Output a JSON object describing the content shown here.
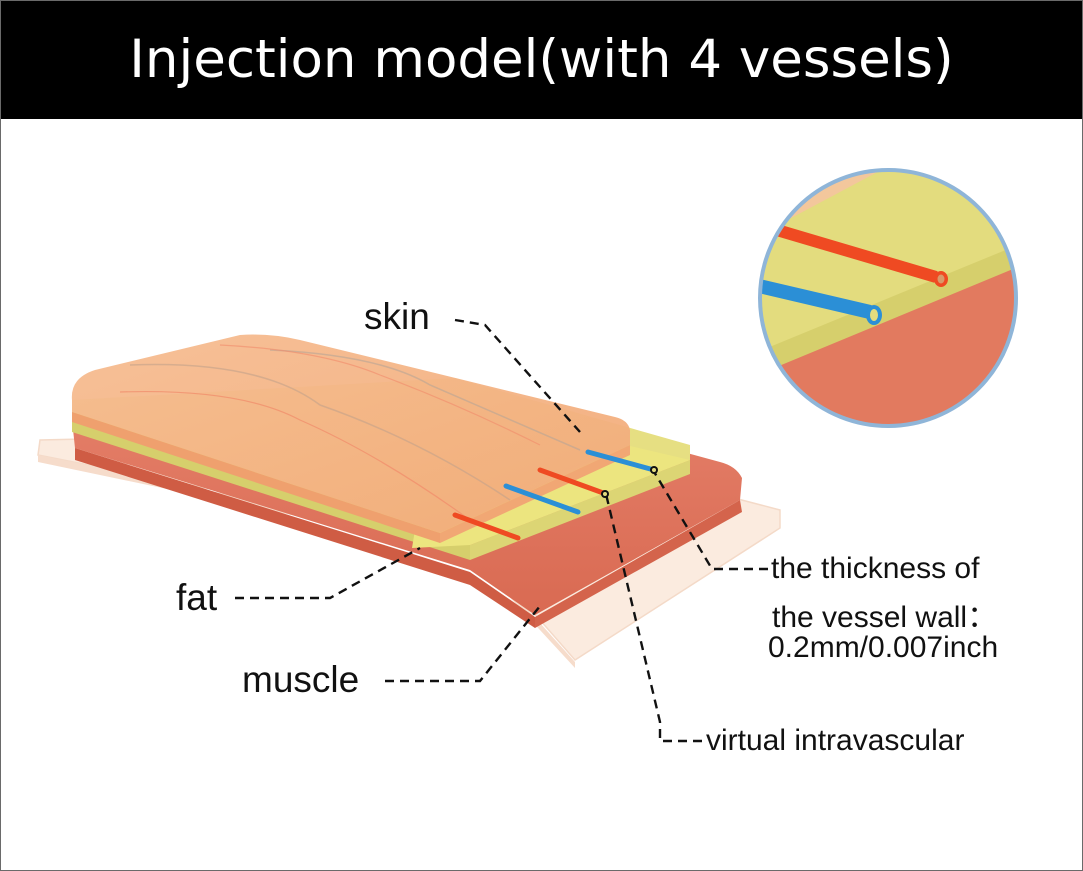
{
  "title": "Injection model(with 4 vessels)",
  "labels": {
    "skin": "skin",
    "fat": "fat",
    "muscle": "muscle",
    "wall_thickness_line1": "the thickness of",
    "wall_thickness_line2": "the vessel wall：",
    "wall_thickness_line3": "0.2mm/0.007inch",
    "intravascular": "virtual intravascular"
  },
  "colors": {
    "skin": "#f4b283",
    "fat": "#e3dc7e",
    "muscle": "#e27a5f",
    "base": "#fbe6d6",
    "vessel_red": "#ef4a22",
    "vessel_blue": "#2b8fd6",
    "title_bg": "#000000",
    "title_text": "#ffffff"
  }
}
